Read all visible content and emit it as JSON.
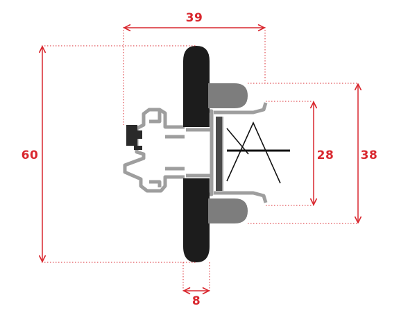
{
  "colors": {
    "dimension": "#d9272e",
    "profile_stroke": "#9e9e9e",
    "profile_fill": "#ffffff",
    "gasket_dark": "#1c1c1c",
    "gasket_grey": "#7d7d7d",
    "glass": "#4a4a4a",
    "clip": "#2a2a2a",
    "drawing_line": "#111111"
  },
  "dimensions": {
    "width": "39",
    "total_height": "60",
    "inner_gasket_height": "38",
    "glazing_height": "28",
    "gasket_width": "8"
  }
}
